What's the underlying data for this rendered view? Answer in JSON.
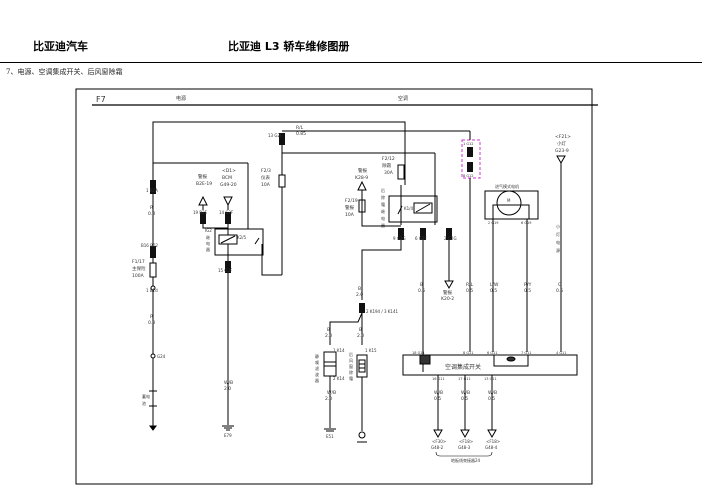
{
  "header": {
    "brand": "比亚迪汽车",
    "manual_title": "比亚迪 L3 轿车维修图册",
    "section_title": "7、电源、空调集成开关、后风窗除霜"
  },
  "diagram": {
    "page_code": "F7",
    "zones": [
      "电源",
      "空调"
    ],
    "wires": {
      "rl_085": [
        "R/L",
        "0.85"
      ],
      "r_08a": [
        "R",
        "0.8"
      ],
      "r_08b": [
        "R",
        "0.8"
      ],
      "wb_20": [
        "W/B",
        "2.0"
      ],
      "b_05a": [
        "B",
        "0.5"
      ],
      "rl_05": [
        "R/L",
        "0.5"
      ],
      "lw_05": [
        "L/W",
        "0.5"
      ],
      "ry_05": [
        "R/Y",
        "0.5"
      ],
      "g_05": [
        "G",
        "0.5"
      ],
      "b_20a": [
        "B",
        "2.0"
      ],
      "b_20b": [
        "B",
        "2.0"
      ],
      "b_20c": [
        "B",
        "2.0"
      ],
      "wb_20b": [
        "W/B",
        "2.0"
      ],
      "wb_05a": [
        "W/B",
        "0.5"
      ],
      "wb_05b": [
        "W/B",
        "0.5"
      ],
      "wb_05c": [
        "W/B",
        "0.5"
      ]
    },
    "connectors": {
      "b2a": "1 B2A",
      "g2f_13": "13 G2F",
      "b2e_19": "19 B2E",
      "g2f_14": "14 G2F",
      "b02_16": "B16 B02",
      "b1d_1": "1 B1d",
      "g2f_15": "15 G2F",
      "g24": "G24",
      "g2g_9": "9 G2G",
      "g2f_6": "6 G2F",
      "g2g_2": "2 G2G",
      "k194_141": "2 K194 / 3 K141",
      "k14_1": "1 K14",
      "k14_2": "2 K14",
      "k15_1": "1 K15",
      "g12_top": "1 G12",
      "g12_bot": "8 G12",
      "g19_a": "2 G19",
      "g19_b": "6 G19",
      "g11_18": "18 G11",
      "g11_8": "8 G11",
      "g11_6": "6 G11",
      "g11_7": "7 G11",
      "g11_4": "4 G11",
      "g11_16": "16 G11",
      "g11_17": "17 G11",
      "g11_13": "13 G11"
    },
    "components": {
      "main_fuse": [
        "F1/17",
        "主保险",
        "100A"
      ],
      "meter_fuse": [
        "F2/3",
        "仪表",
        "10A"
      ],
      "defrost_fuse": [
        "F2/12",
        "除霜",
        "30A"
      ],
      "warn_fuse": [
        "F2/19",
        "警报",
        "10A"
      ],
      "ig2_relay": [
        "IG2",
        "继",
        "电",
        "器"
      ],
      "ig2_relay_contact": "K2/5",
      "defrost_relay": [
        "后",
        "除",
        "霜",
        "继",
        "电",
        "器"
      ],
      "defrost_relay_contact": "K1/4",
      "battery": [
        "蓄电",
        "池"
      ],
      "ac_switch": "空调集成开关",
      "mode_motor": "进气模式电机",
      "mode_motor_symbol": "M",
      "noise_filter": [
        "静",
        "噪",
        "滤",
        "波",
        "器"
      ],
      "rear_defroster": [
        "后",
        "风",
        "窗",
        "除",
        "霜"
      ],
      "small_light_supply": [
        "小",
        "灯",
        "电",
        "源"
      ],
      "ground_e79": "E79",
      "ground_e51": "E51",
      "ground_bundle": "地板线束接器24"
    },
    "references": {
      "warn_b2e": [
        "警报",
        "B2E-19"
      ],
      "bcm_g49": [
        "<D1>",
        "BCM",
        "G49-20"
      ],
      "warn_k28": [
        "警报",
        "K28-9"
      ],
      "warn_k20": [
        "警报",
        "K20-2"
      ],
      "small_light_g23": [
        "<F21>",
        "小灯",
        "G23-9"
      ],
      "f30_g48": [
        "<F30>",
        "G48-2"
      ],
      "f18_g48": [
        "<F18>",
        "G48-3"
      ],
      "f18b_g48": [
        "<F18>",
        "G48-4"
      ]
    },
    "colors": {
      "line": "#000000",
      "highlight": "#cc33cc",
      "connector": "#111111"
    }
  }
}
